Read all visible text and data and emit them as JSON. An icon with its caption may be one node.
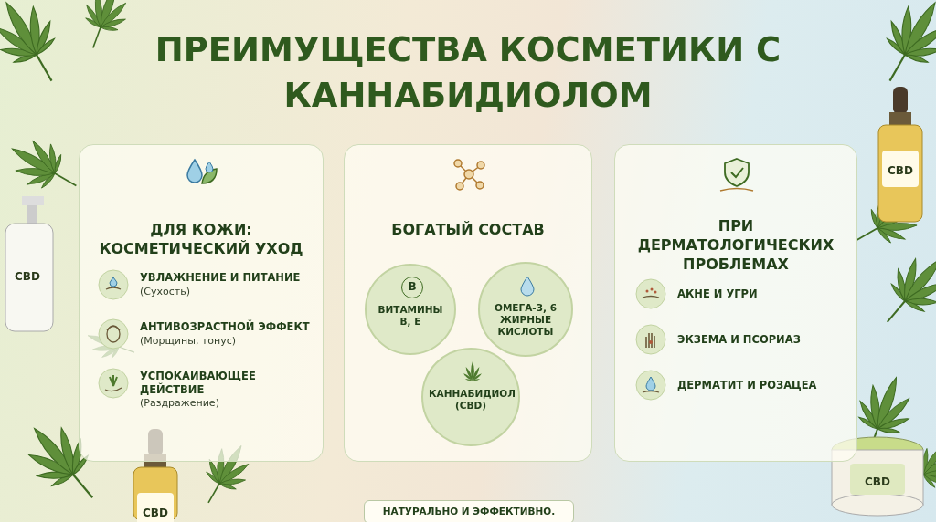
{
  "diagram": {
    "title": "ПРЕИМУЩЕСТВА КОСМЕТИКИ С КАННАБИДИОЛОМ",
    "nodes": [
      {
        "text": [
          "ДЛЯ КОЖИ: КОСМЕТИЧЕСКИЙ УХОД"
        ]
      },
      {
        "text": [
          "УВЛАЖНЕНИЕ И ПИТАНИЕ",
          "(Сухость)"
        ],
        "in": 0
      },
      {
        "text": [
          "АНТИВОЗРАСТНОЙ ЭФФЕКТ",
          "(Морщины, тонус)"
        ],
        "in": 0
      },
      {
        "text": [
          "УСПОКАИВАЮЩЕЕ ДЕЙСТВИЕ",
          "(Раздражение)"
        ],
        "in": 0
      },
      {
        "text": [
          "БОГАТЫЙ СОСТАВ"
        ]
      },
      {
        "text": [
          "B",
          "ВИТАМИНЫ B, E"
        ],
        "in": 4
      },
      {
        "text": [
          "ОМЕГА-3, 6 ЖИРНЫЕ КИСЛОТЫ"
        ],
        "in": 4
      },
      {
        "text": [
          "КАННАБИДИОЛ (CBD)"
        ],
        "in": 4
      },
      {
        "text": [
          "ПРИ ДЕРМАТОЛОГИЧЕСКИХ ПРОБЛЕМАХ"
        ]
      },
      {
        "text": [
          "АКНЕ И УГРИ"
        ],
        "in": 8
      },
      {
        "text": [
          "ЭКЗЕМА И ПСОРИАЗ"
        ],
        "in": 8
      },
      {
        "text": [
          "ДЕРМАТИТ И РОЗАЦЕА"
        ],
        "in": 8
      },
      {
        "text": [
          "НАТУРАЛЬНО И ЭФФЕКТИВНО."
        ]
      }
    ],
    "labels": [
      "CBD",
      "CBD",
      "CBD",
      "CBD"
    ]
  }
}
